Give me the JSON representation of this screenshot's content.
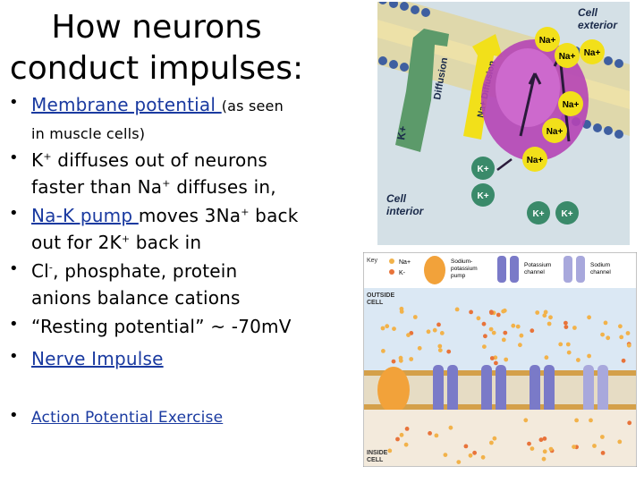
{
  "slide": {
    "title_line1": "How neurons",
    "title_line2": "conduct impulses:",
    "b1_link": "Membrane potential ",
    "b1_small": "(as seen",
    "b1_small2": "in muscle cells)",
    "b2_l1a": "K",
    "b2_l1b": " diffuses out of neurons",
    "b2_l2a": "faster than Na",
    "b2_l2b": " diffuses in,",
    "b3_link": "Na-K pump ",
    "b3_l1": "moves 3Na",
    "b3_l1b": " back",
    "b3_l2a": "out for 2K",
    "b3_l2b": " back in",
    "b4_l1a": "Cl",
    "b4_l1b": ", phosphate, protein",
    "b4_l2": "anions balance cations",
    "b5": "“Resting potential” ~ -70mV",
    "b6_link": "Nerve Impulse",
    "b7_link": "Action Potential Exercise",
    "sup_plus": "+",
    "sup_minus": "-"
  },
  "figure_top": {
    "cell_exterior_1": "Cell",
    "cell_exterior_2": "exterior",
    "cell_interior_1": "Cell",
    "cell_interior_2": "interior",
    "diffusion": "Diffusion",
    "na_diffusion": "Na+ Diffusion",
    "ion_na": "Na+",
    "ion_k": "K+"
  },
  "figure_bottom": {
    "key": "Key",
    "na": "Na+",
    "k": "K-",
    "pump_1": "Sodium-",
    "pump_2": "potassium",
    "pump_3": "pump",
    "kchan_1": "Potassium",
    "kchan_2": "channel",
    "nachan_1": "Sodium",
    "nachan_2": "channel",
    "outside_1": "OUTSIDE",
    "outside_2": "CELL",
    "inside_1": "INSIDE",
    "inside_2": "CELL"
  },
  "colors": {
    "link": "#1a3aa0",
    "membrane_top_bg": "#c8d6df",
    "pump_purple": "#b544b5",
    "k_channel": "#5c9a6a",
    "ion_green": "#3a8a6a",
    "ion_yellow": "#f2e01a",
    "na_dot": "#f2b24a",
    "k_dot": "#e8733a"
  }
}
